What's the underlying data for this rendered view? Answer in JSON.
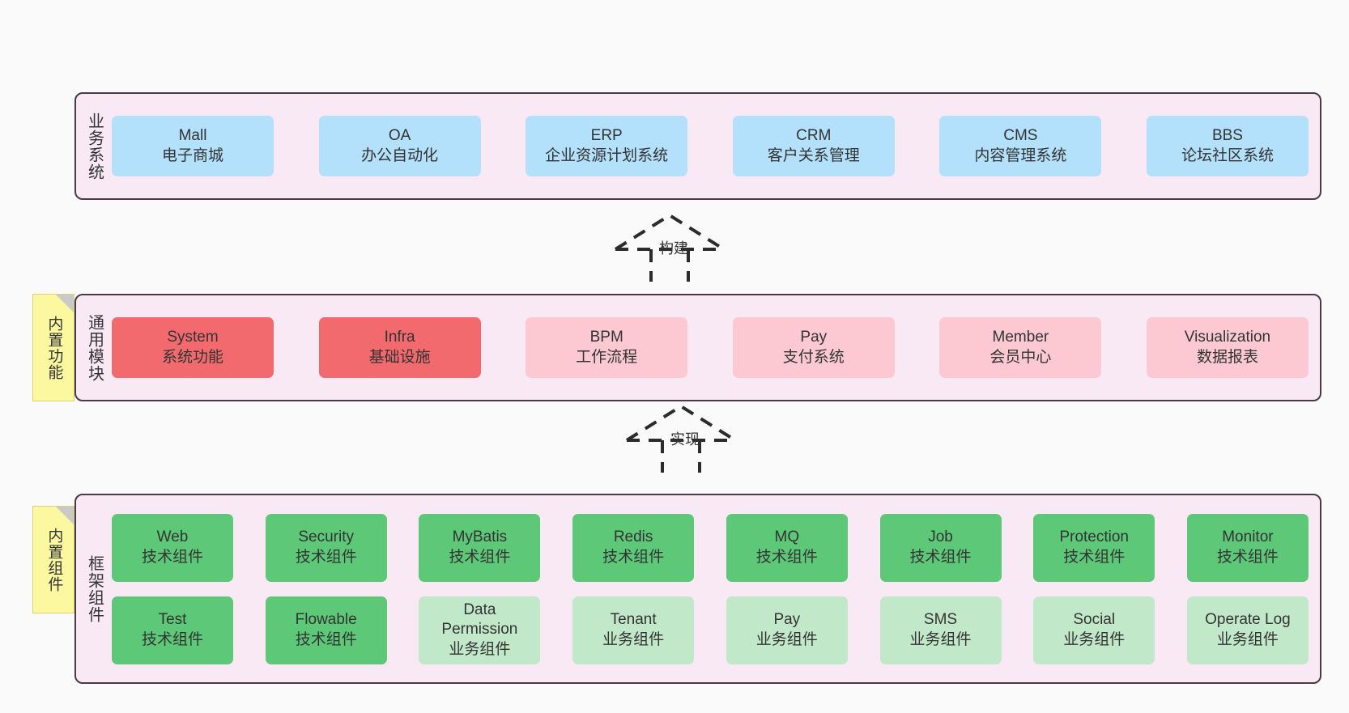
{
  "canvas": {
    "background": "#fafafa",
    "panel_fill": "#f9e9f4",
    "panel_border": "#4a3a44"
  },
  "layers": [
    {
      "id": "business",
      "title": "业务系统",
      "cards": [
        {
          "en": "Mall",
          "cn": "电子商城",
          "color": "#b3e0fb"
        },
        {
          "en": "OA",
          "cn": "办公自动化",
          "color": "#b3e0fb"
        },
        {
          "en": "ERP",
          "cn": "企业资源计划系统",
          "color": "#b3e0fb"
        },
        {
          "en": "CRM",
          "cn": "客户关系管理",
          "color": "#b3e0fb"
        },
        {
          "en": "CMS",
          "cn": "内容管理系统",
          "color": "#b3e0fb"
        },
        {
          "en": "BBS",
          "cn": "论坛社区系统",
          "color": "#b3e0fb"
        }
      ]
    },
    {
      "id": "common",
      "title": "通用模块",
      "note": "内置功能",
      "cards": [
        {
          "en": "System",
          "cn": "系统功能",
          "color": "#f26a6e"
        },
        {
          "en": "Infra",
          "cn": "基础设施",
          "color": "#f26a6e"
        },
        {
          "en": "BPM",
          "cn": "工作流程",
          "color": "#fcc9d2"
        },
        {
          "en": "Pay",
          "cn": "支付系统",
          "color": "#fcc9d2"
        },
        {
          "en": "Member",
          "cn": "会员中心",
          "color": "#fcc9d2"
        },
        {
          "en": "Visualization",
          "cn": "数据报表",
          "color": "#fcc9d2"
        }
      ]
    },
    {
      "id": "framework",
      "title": "框架组件",
      "note": "内置组件",
      "rows": [
        [
          {
            "en": "Web",
            "cn": "技术组件",
            "color": "#5cc878"
          },
          {
            "en": "Security",
            "cn": "技术组件",
            "color": "#5cc878"
          },
          {
            "en": "MyBatis",
            "cn": "技术组件",
            "color": "#5cc878"
          },
          {
            "en": "Redis",
            "cn": "技术组件",
            "color": "#5cc878"
          },
          {
            "en": "MQ",
            "cn": "技术组件",
            "color": "#5cc878"
          },
          {
            "en": "Job",
            "cn": "技术组件",
            "color": "#5cc878"
          },
          {
            "en": "Protection",
            "cn": "技术组件",
            "color": "#5cc878"
          },
          {
            "en": "Monitor",
            "cn": "技术组件",
            "color": "#5cc878"
          }
        ],
        [
          {
            "en": "Test",
            "cn": "技术组件",
            "color": "#5cc878"
          },
          {
            "en": "Flowable",
            "cn": "技术组件",
            "color": "#5cc878"
          },
          {
            "en": "Data Permission",
            "cn": "业务组件",
            "color": "#c2e8ca"
          },
          {
            "en": "Tenant",
            "cn": "业务组件",
            "color": "#c2e8ca"
          },
          {
            "en": "Pay",
            "cn": "业务组件",
            "color": "#c2e8ca"
          },
          {
            "en": "SMS",
            "cn": "业务组件",
            "color": "#c2e8ca"
          },
          {
            "en": "Social",
            "cn": "业务组件",
            "color": "#c2e8ca"
          },
          {
            "en": "Operate Log",
            "cn": "业务组件",
            "color": "#c2e8ca"
          }
        ]
      ]
    }
  ],
  "connectors": [
    {
      "id": "build",
      "label": "构建",
      "style": "dashed-hollow-triangle-up"
    },
    {
      "id": "impl",
      "label": "实现",
      "style": "dashed-hollow-triangle-up"
    }
  ]
}
